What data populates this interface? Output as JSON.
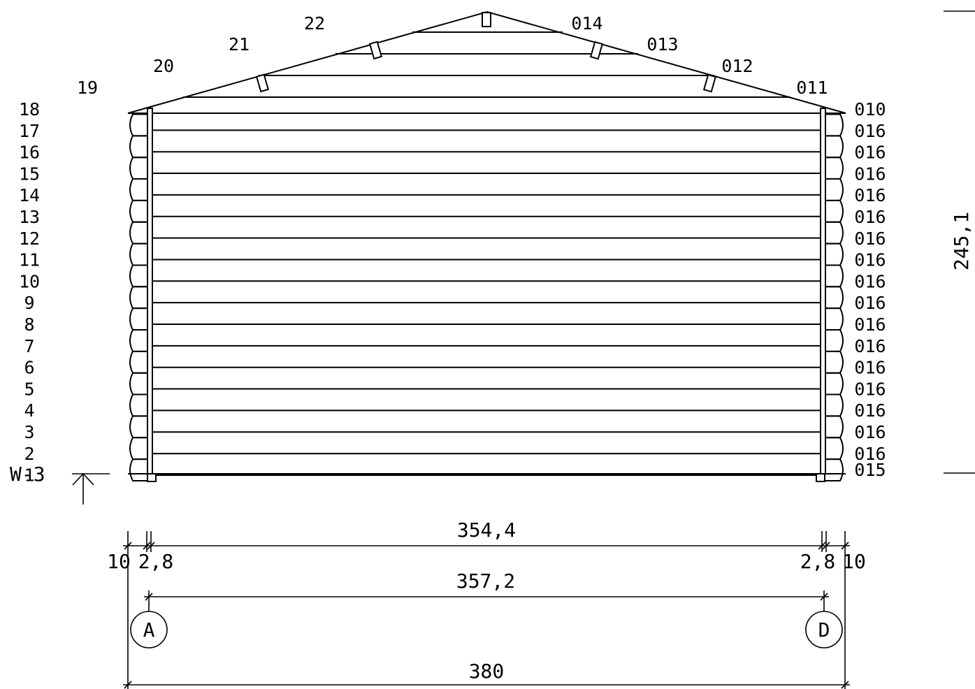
{
  "left_log_labels": [
    "18",
    "17",
    "16",
    "15",
    "14",
    "13",
    "12",
    "11",
    "10",
    "9",
    "8",
    "7",
    "6",
    "5",
    "4",
    "3",
    "2",
    "1"
  ],
  "right_log_labels": [
    "010",
    "016",
    "016",
    "016",
    "016",
    "016",
    "016",
    "016",
    "016",
    "016",
    "016",
    "016",
    "016",
    "016",
    "016",
    "016",
    "016",
    "015"
  ],
  "gable_labels_left": [
    "19",
    "20",
    "21",
    "22"
  ],
  "gable_labels_right": [
    "011",
    "012",
    "013",
    "014"
  ],
  "section_marker": "W-3",
  "dimensions": {
    "overall_height": "245,1",
    "inner_top": "354,4",
    "inner_mid": "357,2",
    "overall_width": "380",
    "left_offset": "10",
    "left_post": "2,8",
    "right_post": "2,8",
    "right_offset": "10"
  },
  "grid_axes": [
    "A",
    "D"
  ]
}
